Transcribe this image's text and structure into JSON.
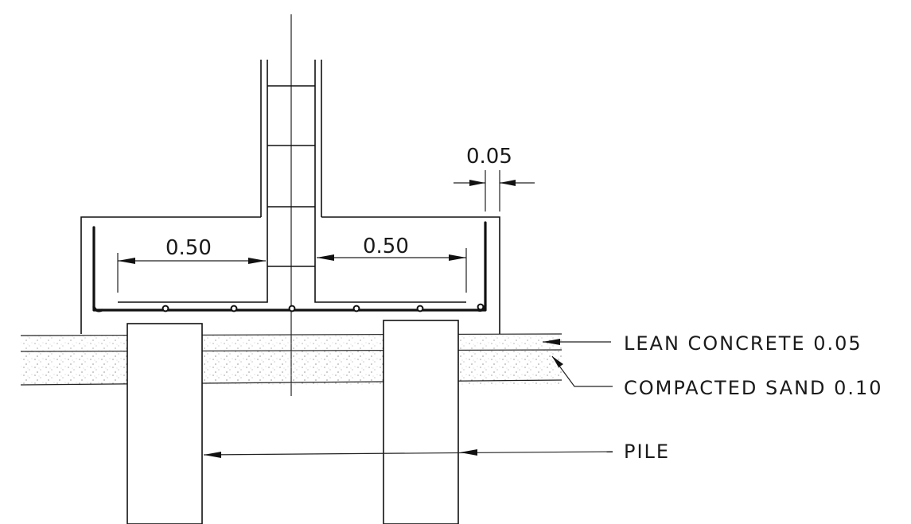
{
  "dimensions": {
    "cover": "0.05",
    "left_projection": "0.50",
    "right_projection": "0.50"
  },
  "labels": {
    "lean_concrete": "LEAN CONCRETE 0.05",
    "compacted_sand": "COMPACTED SAND 0.10",
    "pile": "PILE"
  },
  "colors": {
    "line": "#111111",
    "background": "#ffffff",
    "sand_dots": "#555555"
  }
}
